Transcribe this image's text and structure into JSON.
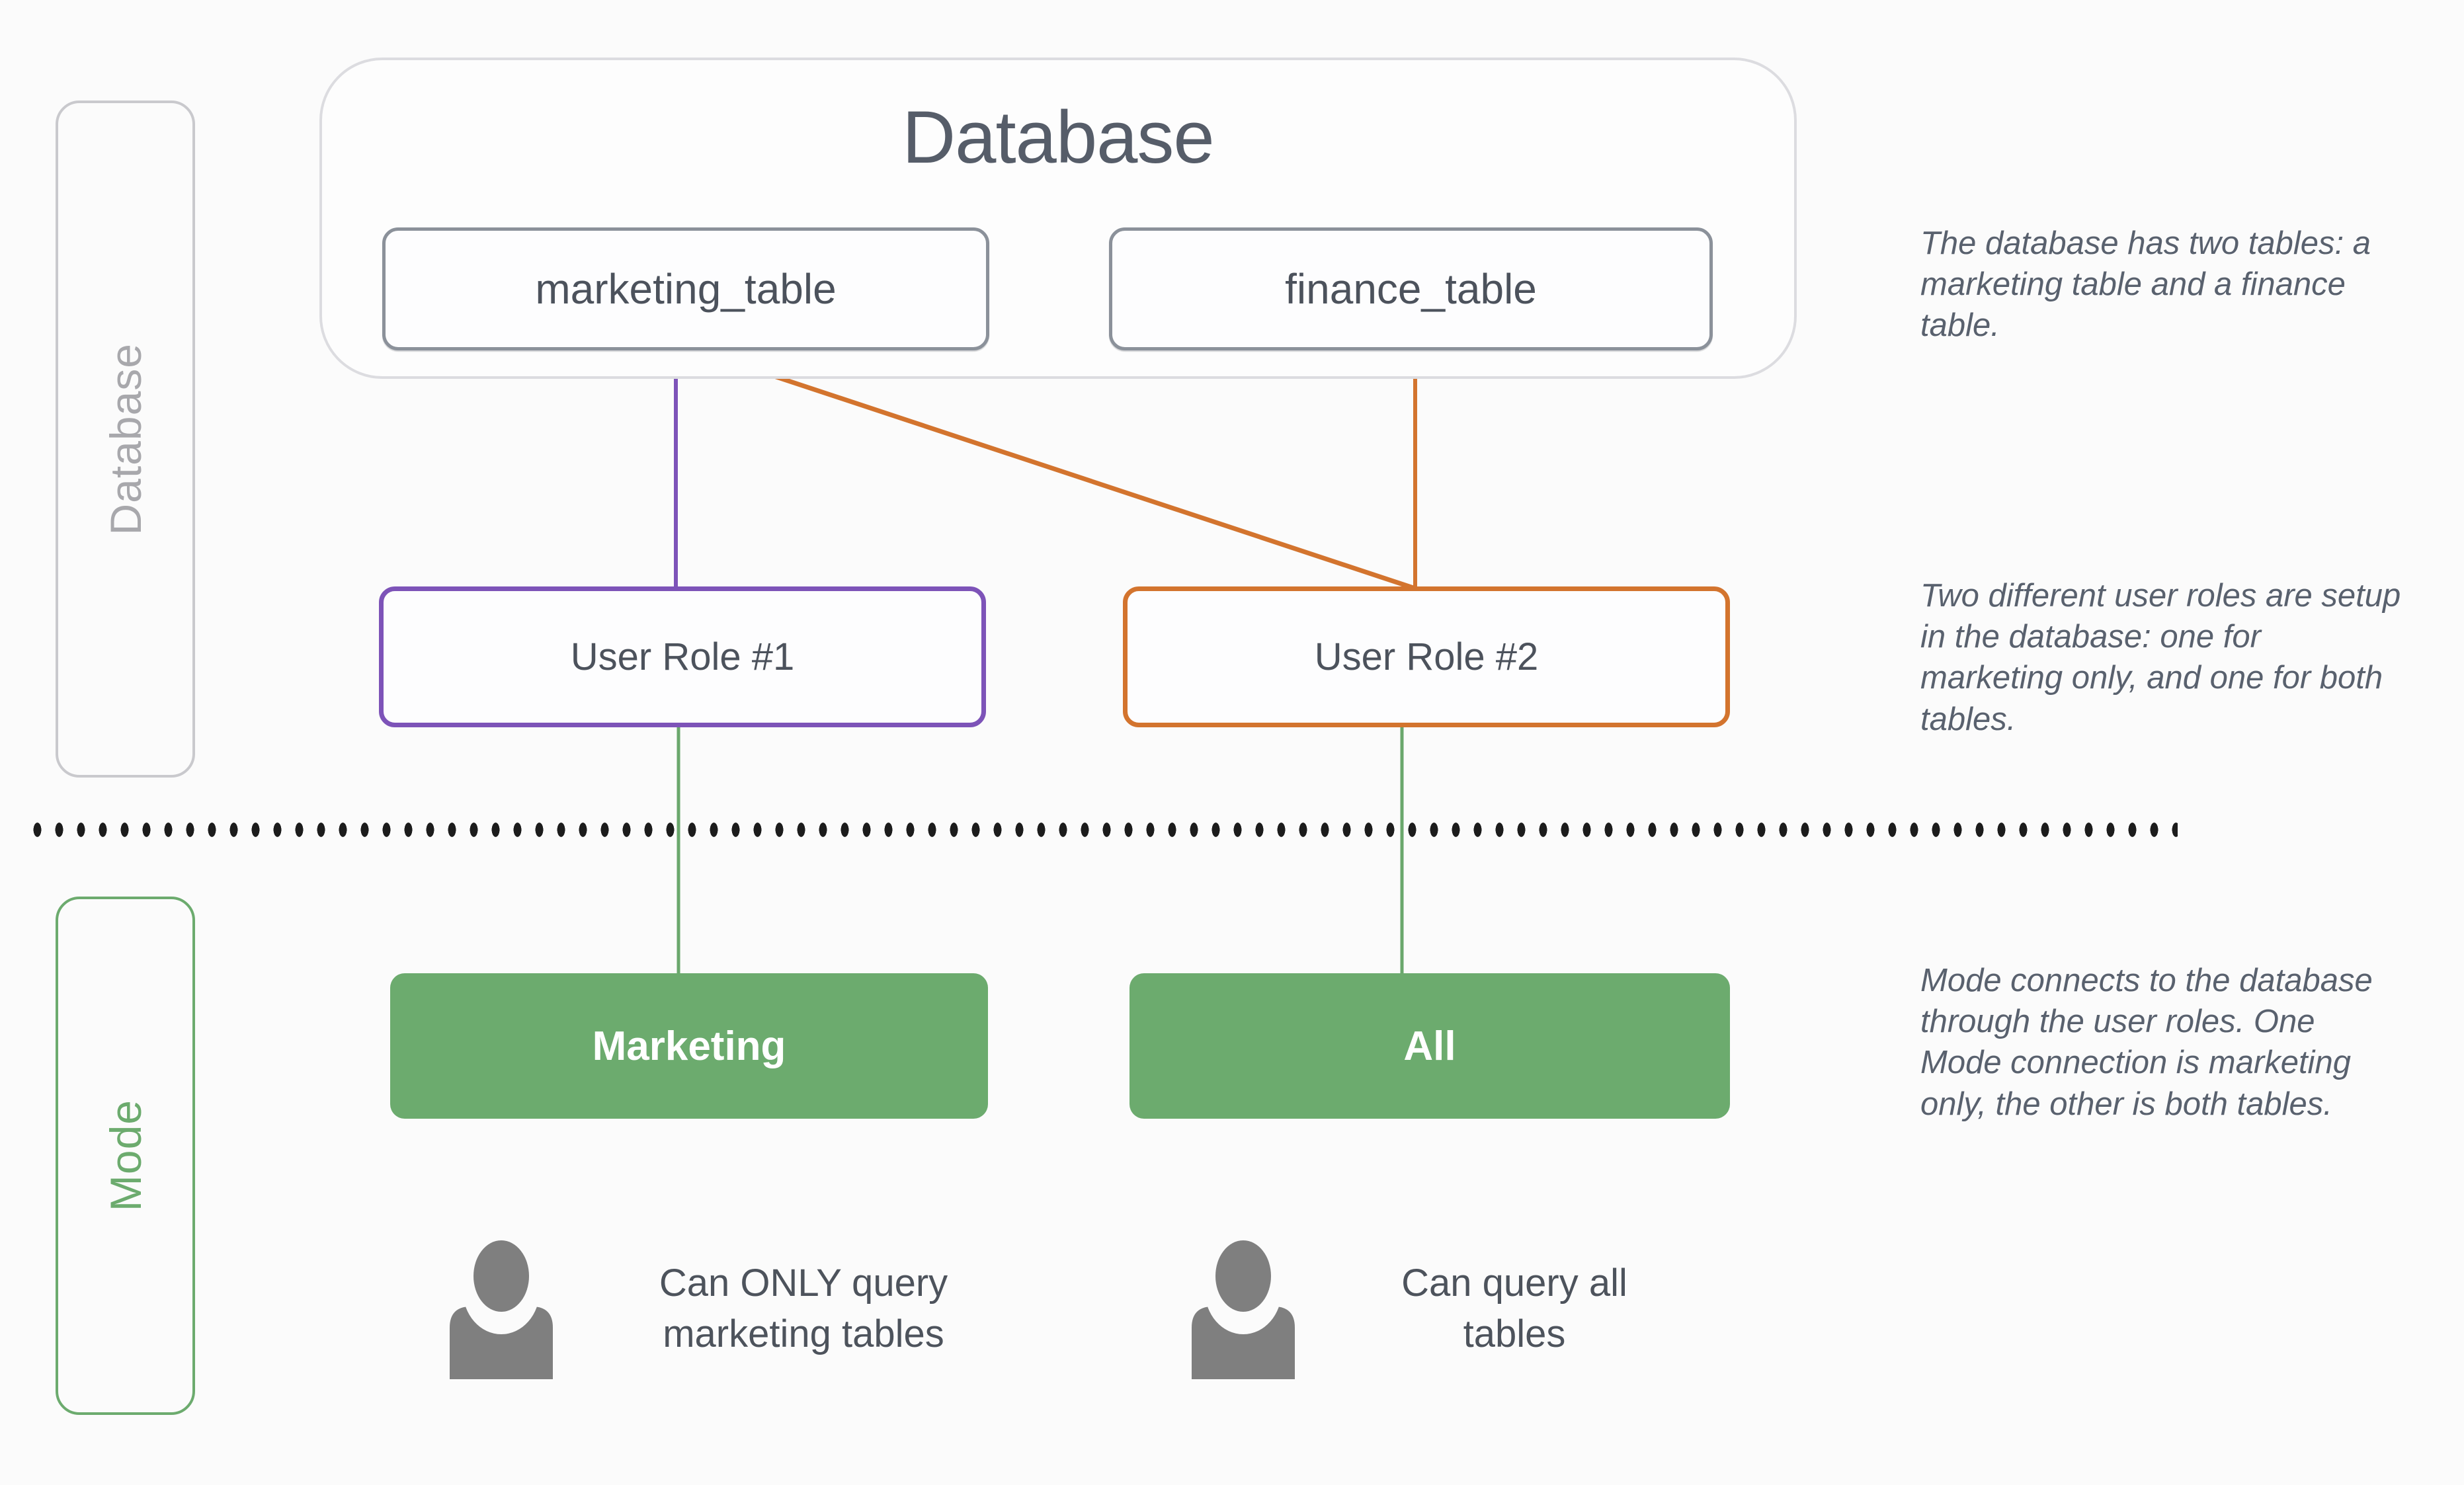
{
  "database": {
    "title": "Database",
    "tables": [
      {
        "label": "marketing_table"
      },
      {
        "label": "finance_table"
      }
    ]
  },
  "side_labels": {
    "database": "Database",
    "mode": "Mode"
  },
  "user_roles": [
    {
      "label": "User Role #1",
      "accent": "#7d53b8"
    },
    {
      "label": "User Role #2",
      "accent": "#d3742e"
    }
  ],
  "mode_connections": [
    {
      "label": "Marketing",
      "capability": "Can ONLY query\nmarketing tables"
    },
    {
      "label": "All",
      "capability": "Can query all\ntables"
    }
  ],
  "annotations": [
    "The database has two tables: a\nmarketing table and a finance\ntable.",
    "Two different user roles are setup\nin the database: one for\nmarketing only, and one for both\ntables.",
    "Mode connects to the database\nthrough the user roles. One\nMode connection is marketing\nonly, the other is both tables."
  ],
  "icons": {
    "person": "person-icon",
    "person_color": "#7f7f7f"
  },
  "colors": {
    "purple_accent": "#7d53b8",
    "orange_accent": "#d3742e",
    "green_fill": "#6cab6e",
    "green_line": "#6aa76c",
    "gray_box_border": "#8b919a",
    "container_border": "#dcdce0",
    "side_gray_border": "#c9c9cd",
    "text_dark": "#4c525c",
    "annotation_text": "#59616e",
    "side_label_gray": "#a8a8ac",
    "dot_color": "#1c1c1c",
    "background": "#fbfbfb"
  }
}
